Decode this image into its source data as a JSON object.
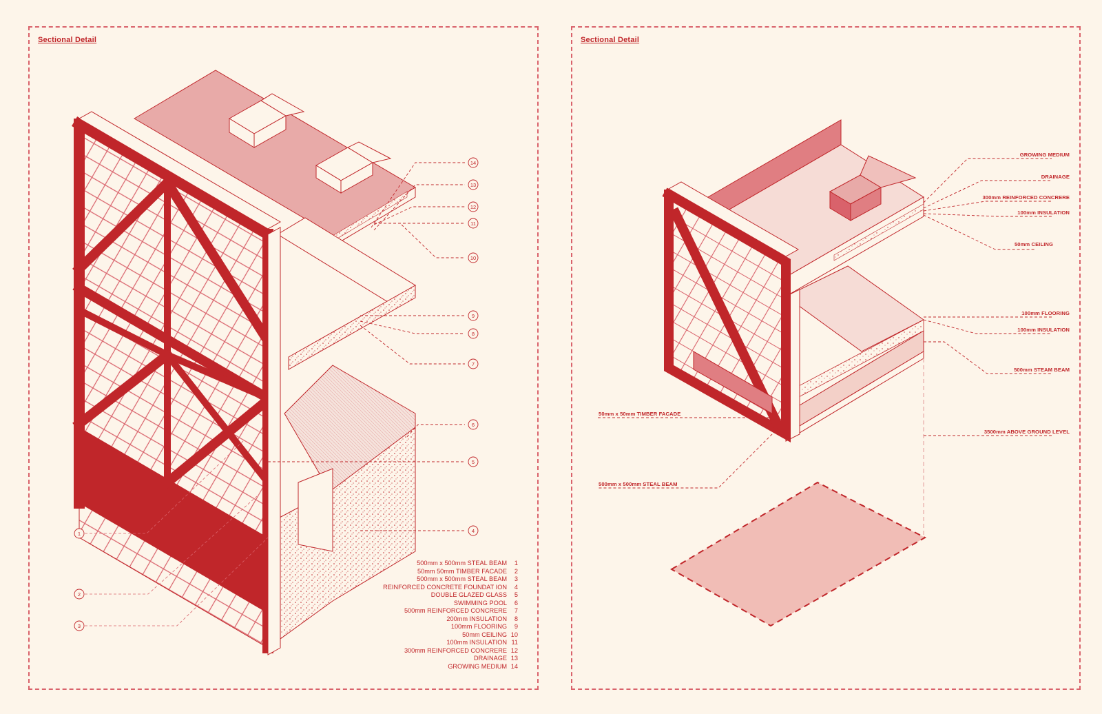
{
  "colors": {
    "background": "#fdf5ea",
    "accent": "#c0262a",
    "light_fill": "#e8aaa8",
    "dashed": "#d9626b"
  },
  "left_panel": {
    "title": "Sectional Detail",
    "callouts": [
      "14",
      "13",
      "12",
      "11",
      "10",
      "9",
      "8",
      "7",
      "6",
      "5",
      "4",
      "1",
      "2",
      "3"
    ],
    "legend": [
      {
        "label": "500mm x 500mm STEAL BEAM",
        "num": "1"
      },
      {
        "label": "50mm 50mm TIMBER FACADE",
        "num": "2"
      },
      {
        "label": "500mm x 500mm STEAL BEAM",
        "num": "3"
      },
      {
        "label": "REINFORCED CONCRETE FOUNDAT ION",
        "num": "4"
      },
      {
        "label": "DOUBLE GLAZED GLASS",
        "num": "5"
      },
      {
        "label": "SWIMMING POOL",
        "num": "6"
      },
      {
        "label": "500mm REINFORCED CONCRERE",
        "num": "7"
      },
      {
        "label": "200mm INSULATION",
        "num": "8"
      },
      {
        "label": "100mm FLOORING",
        "num": "9"
      },
      {
        "label": "50mm CEILING",
        "num": "10"
      },
      {
        "label": "100mm INSULATION",
        "num": "11"
      },
      {
        "label": "300mm REINFORCED CONCRERE",
        "num": "12"
      },
      {
        "label": "DRAINAGE",
        "num": "13"
      },
      {
        "label": "GROWING MEDIUM",
        "num": "14"
      }
    ]
  },
  "right_panel": {
    "title": "Sectional Detail",
    "labels": {
      "growing_medium": "GROWING MEDIUM",
      "drainage": "DRAINAGE",
      "reinforced_concrete": "300mm REINFORCED CONCRERE",
      "insulation_top": "100mm INSULATION",
      "ceiling": "50mm CEILING",
      "flooring": "100mm FLOORING",
      "insulation_mid": "100mm INSULATION",
      "steam_beam": "500mm STEAM BEAM",
      "ground_level": "3500mm ABOVE GROUND LEVEL",
      "timber_facade": "50mm x 50mm TIMBER FACADE",
      "steal_beam": "500mm x 500mm STEAL BEAM"
    }
  }
}
